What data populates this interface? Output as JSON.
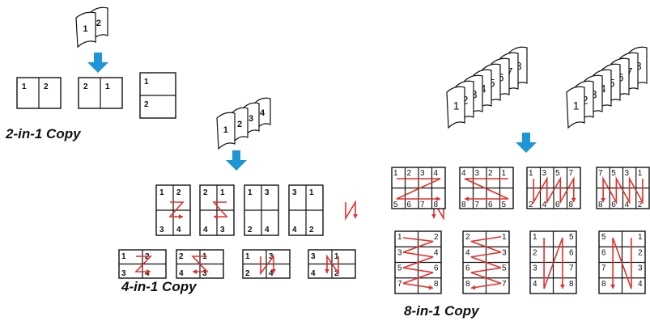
{
  "captions": {
    "two_in_one": "2-in-1 Copy",
    "four_in_one": "4-in-1 Copy",
    "eight_in_one": "8-in-1 Copy"
  },
  "colors": {
    "arrow": "#1E95D6",
    "path": "#E0302A",
    "line": "#111111"
  },
  "two_in_one": {
    "source_pages": [
      "1",
      "2"
    ],
    "layouts": [
      {
        "numbers": [
          "1",
          "2"
        ]
      },
      {
        "numbers": [
          "2",
          "1"
        ]
      },
      {
        "numbers": [
          "1",
          "2"
        ]
      }
    ]
  },
  "four_in_one": {
    "source_pages": [
      "1",
      "2",
      "3",
      "4"
    ],
    "portrait": [
      {
        "cells": [
          "1",
          "2",
          "3",
          "4"
        ]
      },
      {
        "cells": [
          "2",
          "1",
          "4",
          "3"
        ]
      },
      {
        "cells": [
          "1",
          "3",
          "2",
          "4"
        ]
      },
      {
        "cells": [
          "3",
          "1",
          "4",
          "2"
        ]
      }
    ],
    "landscape": [
      {
        "cells": [
          "1",
          "2",
          "3",
          "4"
        ]
      },
      {
        "cells": [
          "2",
          "1",
          "4",
          "3"
        ]
      },
      {
        "cells": [
          "1",
          "3",
          "2",
          "4"
        ]
      },
      {
        "cells": [
          "3",
          "1",
          "4",
          "2"
        ]
      }
    ]
  },
  "eight_in_one": {
    "source_stacks": [
      [
        "1",
        "2",
        "3",
        "4",
        "5",
        "6",
        "7",
        "8"
      ],
      [
        "1",
        "2",
        "3",
        "4",
        "5",
        "6",
        "7",
        "8"
      ]
    ],
    "landscape": [
      {
        "cells": [
          "1",
          "2",
          "3",
          "4",
          "5",
          "6",
          "7",
          "8"
        ]
      },
      {
        "cells": [
          "4",
          "3",
          "2",
          "1",
          "8",
          "7",
          "6",
          "5"
        ]
      },
      {
        "cells": [
          "1",
          "3",
          "5",
          "7",
          "2",
          "4",
          "6",
          "8"
        ]
      },
      {
        "cells": [
          "7",
          "5",
          "3",
          "1",
          "8",
          "6",
          "4",
          "2"
        ]
      }
    ],
    "portrait": [
      {
        "cells": [
          "1",
          "2",
          "3",
          "4",
          "5",
          "6",
          "7",
          "8"
        ]
      },
      {
        "cells": [
          "2",
          "1",
          "4",
          "3",
          "6",
          "5",
          "8",
          "7"
        ]
      },
      {
        "cells": [
          "1",
          "5",
          "2",
          "6",
          "3",
          "7",
          "4",
          "8"
        ]
      },
      {
        "cells": [
          "5",
          "1",
          "6",
          "2",
          "7",
          "3",
          "8",
          "4"
        ]
      }
    ]
  }
}
